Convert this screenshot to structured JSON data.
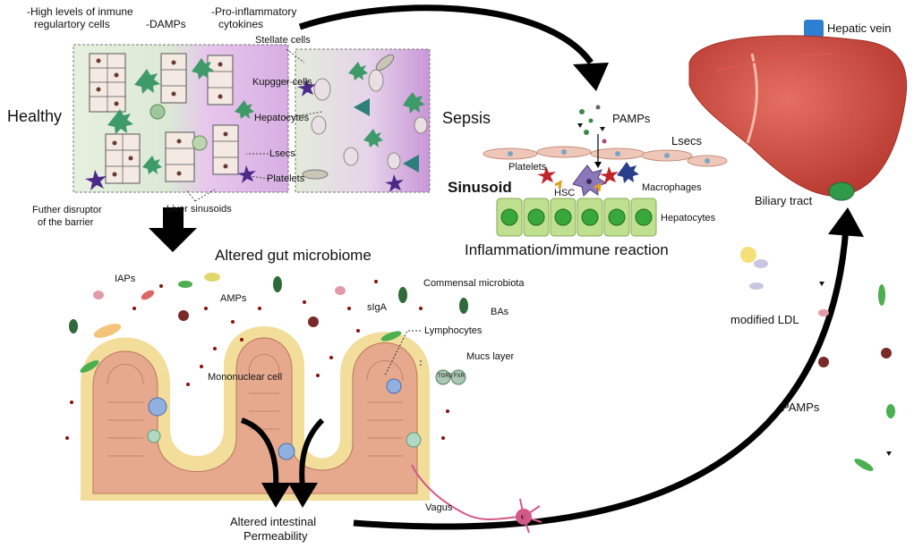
{
  "healthy_panel": {
    "header_immune": "-High levels of inmune",
    "header_immune_2": "regulartory cells",
    "header_damps": "-DAMPs",
    "header_cytokines": "-Pro-inflammatory",
    "header_cytokines_2": "cytokines",
    "stellate": "Stellate cells",
    "kupffer": "Kupgger cells",
    "hepatocytes": "Hepatocytes",
    "lsecs": "Lsecs",
    "platelets": "Platelets",
    "liver_sinusoids": "Liver sinusoids",
    "healthy": "Healthy",
    "further_disruption": "Futher disruptor",
    "further_disruption_2": "of the barrier"
  },
  "sepsis_panel": {
    "sepsis": "Sepsis",
    "pamps": "PAMPs",
    "lsecs": "Lsecs",
    "platelets": "Platelets",
    "sinusoid": "Sinusoid",
    "hsc": "HSC",
    "macrophages": "Macrophages",
    "hepatocytes": "Hepatocytes",
    "caption": "Inflammation/immune reaction"
  },
  "liver": {
    "hepatic_vein": "Hepatic vein",
    "biliary_tract": "Biliary tract",
    "modified_ldl": "modified LDL",
    "pamps": "PAMPs"
  },
  "gut": {
    "title": "Altered gut microbiome",
    "iaps": "IAPs",
    "amps": "AMPs",
    "siga": "sIgA",
    "commensal": "Commensal microbiota",
    "bas": "BAs",
    "lymphocytes": "Lymphocytes",
    "mucus": "Mucs layer",
    "mononuclear": "Mononuclear cell",
    "tgr5": "TGR5",
    "fxr": "FXR",
    "vagus": "Vagus",
    "permeability": "Altered intestinal",
    "permeability_2": "Permeability"
  },
  "colors": {
    "liver": "#c8443b",
    "liver_light": "#e0675a",
    "hepatocyte": "#8fcf5a",
    "villus": "#e6a98e",
    "mucus": "#f3dd9a",
    "sinusoid_purple": "#c9a2d6",
    "hepatic_vein": "#2f7fd1",
    "gallbladder": "#2f9a4a",
    "arrow": "#000000"
  }
}
